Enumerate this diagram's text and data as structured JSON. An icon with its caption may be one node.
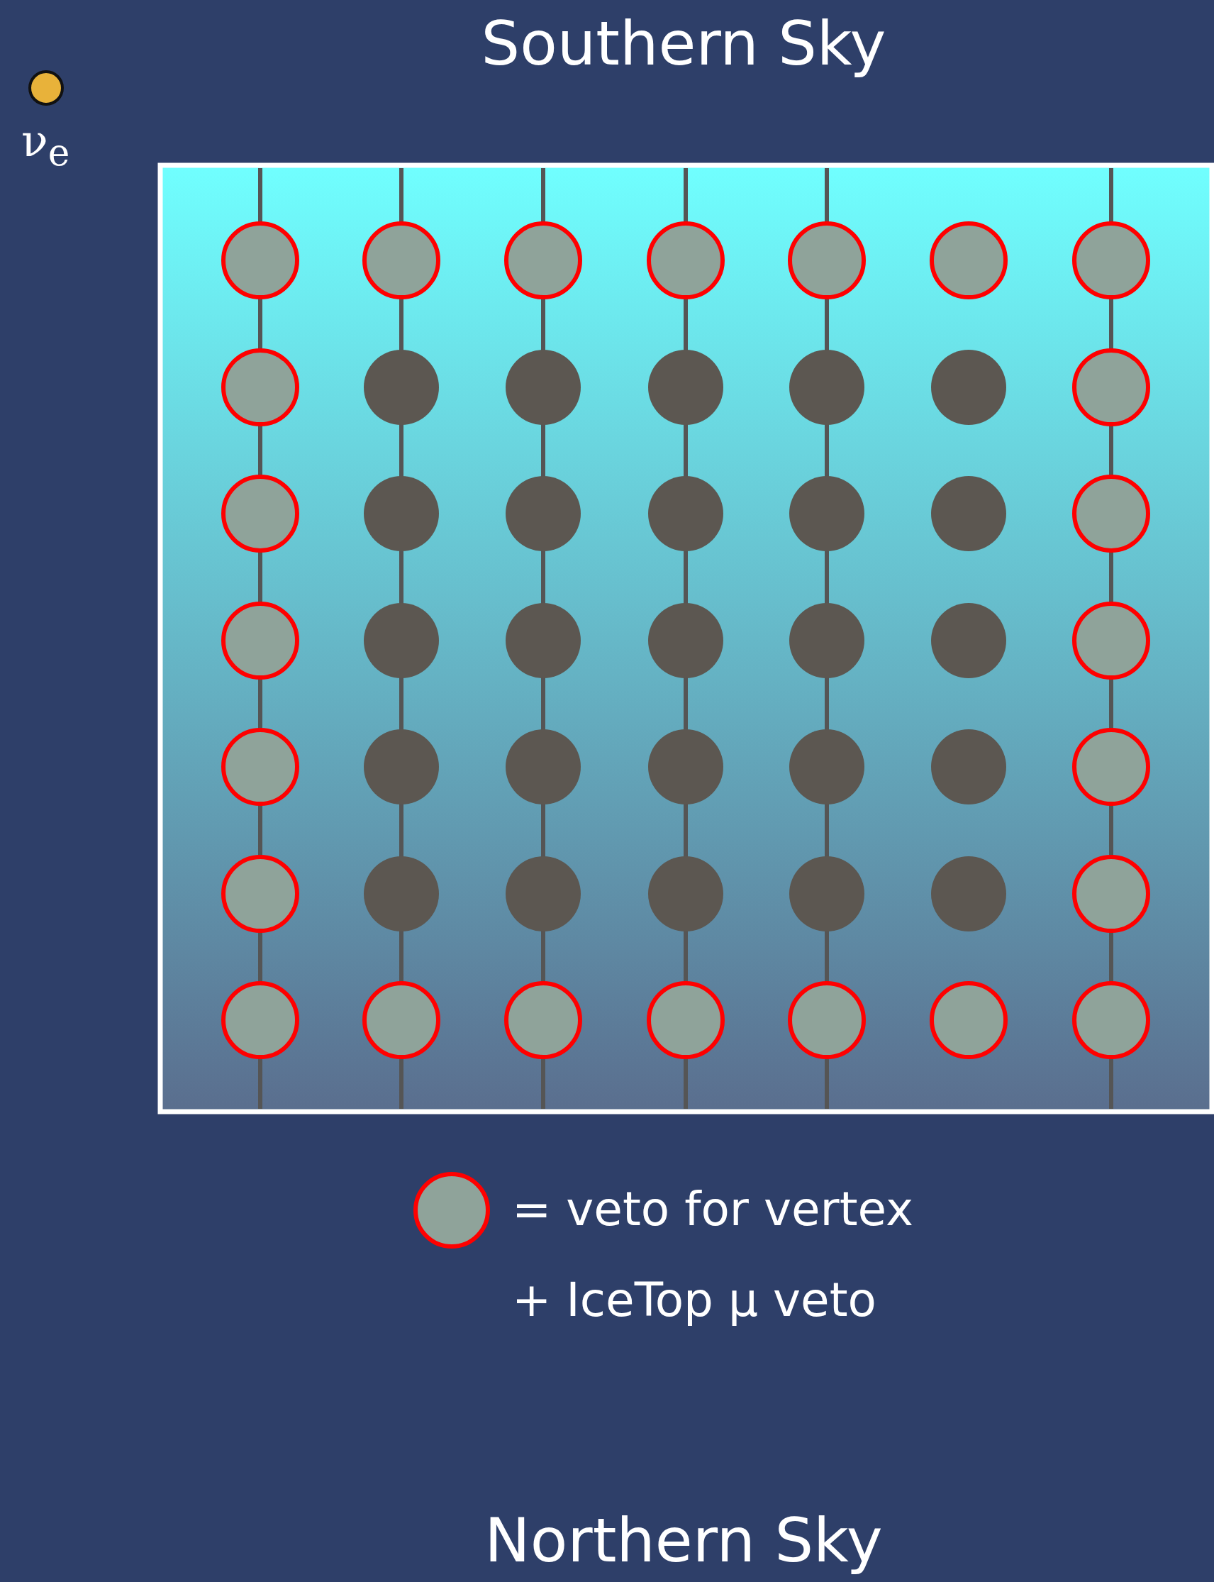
{
  "diagram": {
    "labels": [
      "Southern Sky",
      "ν$_{e}$",
      "+ IceTop μ veto",
      "Northern Sky"
    ],
    "legend": [
      {
        "text": "= veto for vertex"
      }
    ]
  }
}
